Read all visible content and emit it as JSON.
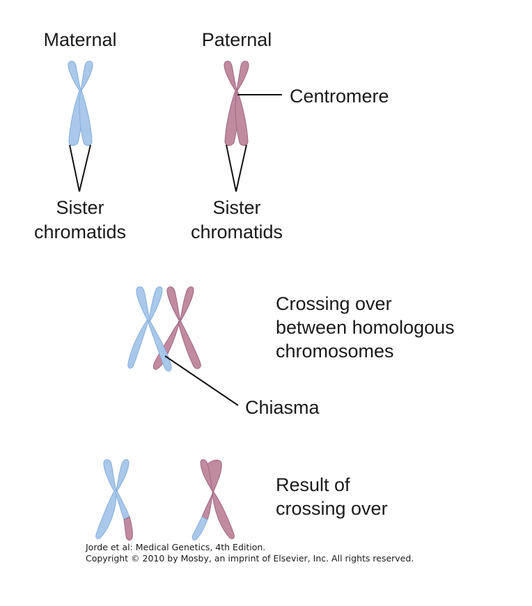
{
  "labels": {
    "maternal": "Maternal",
    "paternal": "Paternal",
    "centromere": "Centromere",
    "sister_1": "Sister",
    "chromatids_1": "chromatids",
    "sister_2": "Sister",
    "chromatids_2": "chromatids",
    "crossing_line1": "Crossing over",
    "crossing_line2": "between homologous",
    "crossing_line3": "chromosomes",
    "chiasma": "Chiasma",
    "result_line1": "Result of",
    "result_line2": "crossing over"
  },
  "credit": {
    "line1": "Jorde et al: Medical Genetics, 4th Edition.",
    "line2": "Copyright © 2010 by Mosby, an imprint of Elsevier, Inc. All rights reserved."
  },
  "colors": {
    "maternal": "#a9c8ea",
    "maternal_edge": "#86aedb",
    "paternal": "#c08a9f",
    "paternal_edge": "#9f6882",
    "line": "#111111"
  }
}
